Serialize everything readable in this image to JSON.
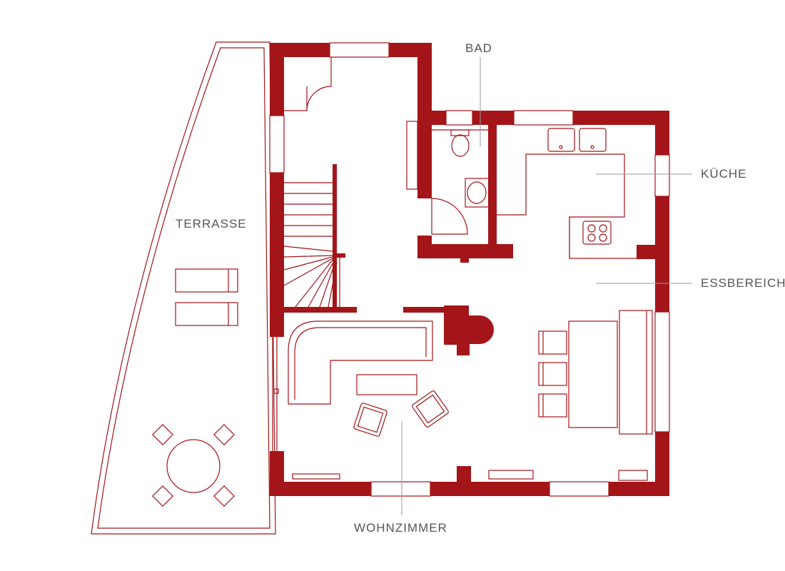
{
  "colors": {
    "wall": "#a31519",
    "line": "#a31519",
    "leader": "#9a9a9a",
    "label": "#555555",
    "background": "#ffffff"
  },
  "rooms": {
    "bad": "BAD",
    "kueche": "KÜCHE",
    "essbereich": "ESSBEREICH",
    "terrasse": "TERRASSE",
    "wohnzimmer": "WOHNZIMMER"
  }
}
